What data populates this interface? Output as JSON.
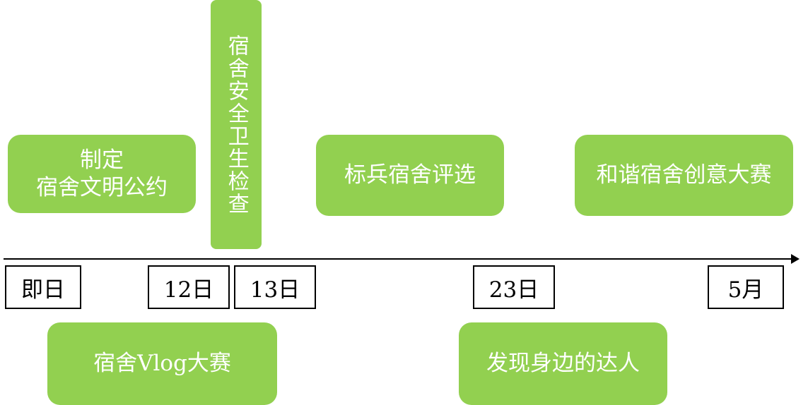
{
  "events_top": [
    {
      "lines": [
        "制定",
        "宿舍文明公约"
      ]
    },
    {
      "lines": [
        "宿舍安全卫生检查"
      ]
    },
    {
      "lines": [
        "标兵宿舍评选"
      ]
    },
    {
      "lines": [
        "和谐宿舍创意大赛"
      ]
    }
  ],
  "events_bottom": [
    {
      "lines": [
        "宿舍Vlog大赛"
      ]
    },
    {
      "lines": [
        "发现身边的达人"
      ]
    }
  ],
  "dates": [
    "即日",
    "12日",
    "13日",
    "23日",
    "5月"
  ],
  "colors": {
    "event_fill": "#92d050",
    "event_text": "#ffffff",
    "axis": "#000000"
  }
}
